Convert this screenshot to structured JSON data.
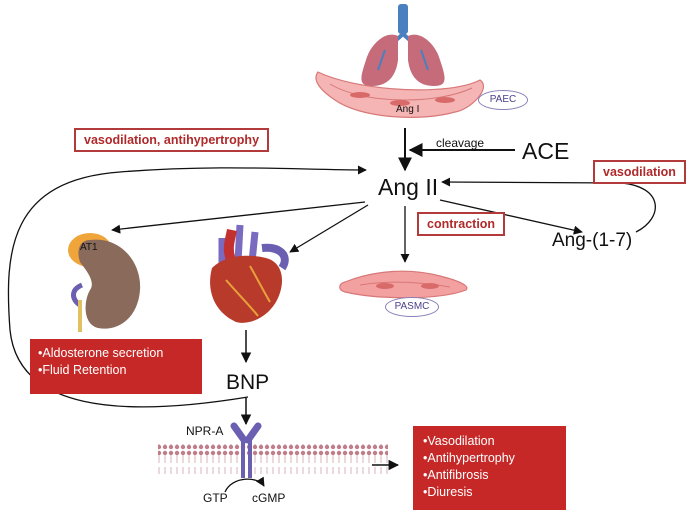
{
  "nodes": {
    "ang_i": "Ang I",
    "ace": "ACE",
    "cleavage": "cleavage",
    "ang_ii": "Ang II",
    "ang_1_7": "Ang-(1-7)",
    "at1": "AT1",
    "bnp": "BNP",
    "npr_a": "NPR-A",
    "gtp": "GTP",
    "cgmp": "cGMP"
  },
  "cell_labels": {
    "paec": "PAEC",
    "pasmc": "PASMC"
  },
  "effects": {
    "vasodilation_antihypertrophy": "vasodilation, antihypertrophy",
    "vasodilation": "vasodilation",
    "contraction": "contraction"
  },
  "kidney_effects": [
    "•Aldosterone secretion",
    "•Fluid Retention"
  ],
  "bnp_effects": [
    "•Vasodilation",
    "•Antihypertrophy",
    "•Antifibrosis",
    "•Diuresis"
  ],
  "colors": {
    "accent_red": "#c62828",
    "outline_red": "#b23a3a",
    "cell_pink": "#f2a0a0",
    "receptor_purple": "#6a5fb0"
  },
  "icons": [
    "lungs-icon",
    "endothelial-cell-icon",
    "kidney-icon",
    "heart-icon",
    "smooth-muscle-cell-icon",
    "receptor-icon",
    "cell-membrane-icon"
  ]
}
